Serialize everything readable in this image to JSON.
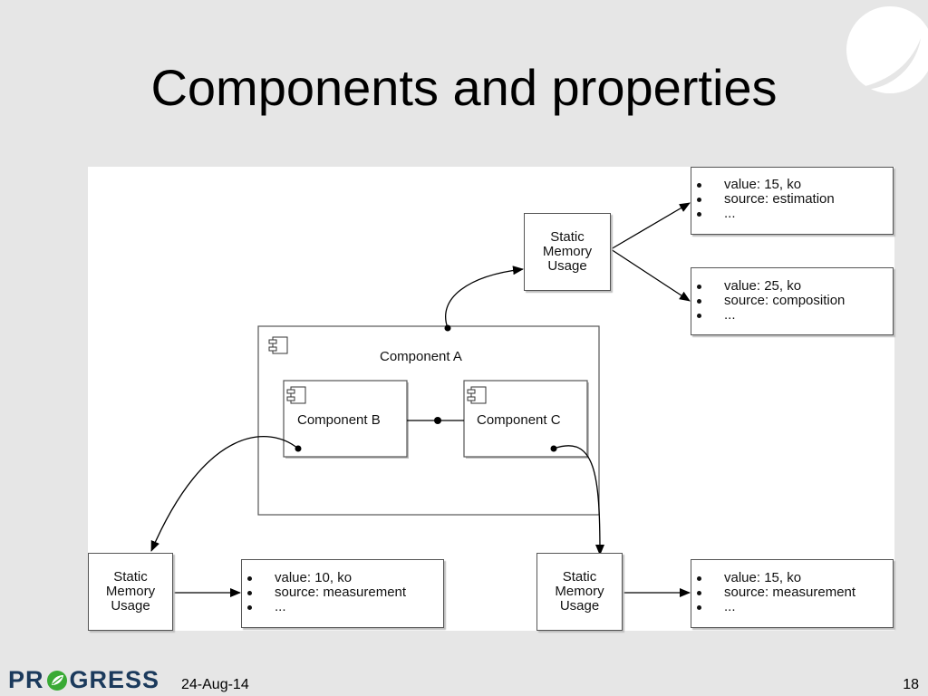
{
  "slide": {
    "title": "Components and properties",
    "date": "24-Aug-14",
    "page_number": "18",
    "logo_text_pre": "PR",
    "logo_text_post": "GRESS"
  },
  "diagram": {
    "component_a": "Component A",
    "component_b": "Component B",
    "component_c": "Component C",
    "smu_top": "Static\nMemory\nUsage",
    "smu_left": "Static\nMemory\nUsage",
    "smu_right": "Static\nMemory\nUsage",
    "props_top1": [
      "value: 15, ko",
      "source:  estimation",
      "..."
    ],
    "props_top2": [
      "value: 25, ko",
      "source:  composition",
      "..."
    ],
    "props_left": [
      "value: 10, ko",
      "source:  measurement",
      "..."
    ],
    "props_right": [
      "value: 15, ko",
      "source:  measurement",
      "..."
    ]
  },
  "colors": {
    "background": "#e6e6e6",
    "logo_blue": "#1b3a5c",
    "logo_green": "#3aaa35"
  }
}
